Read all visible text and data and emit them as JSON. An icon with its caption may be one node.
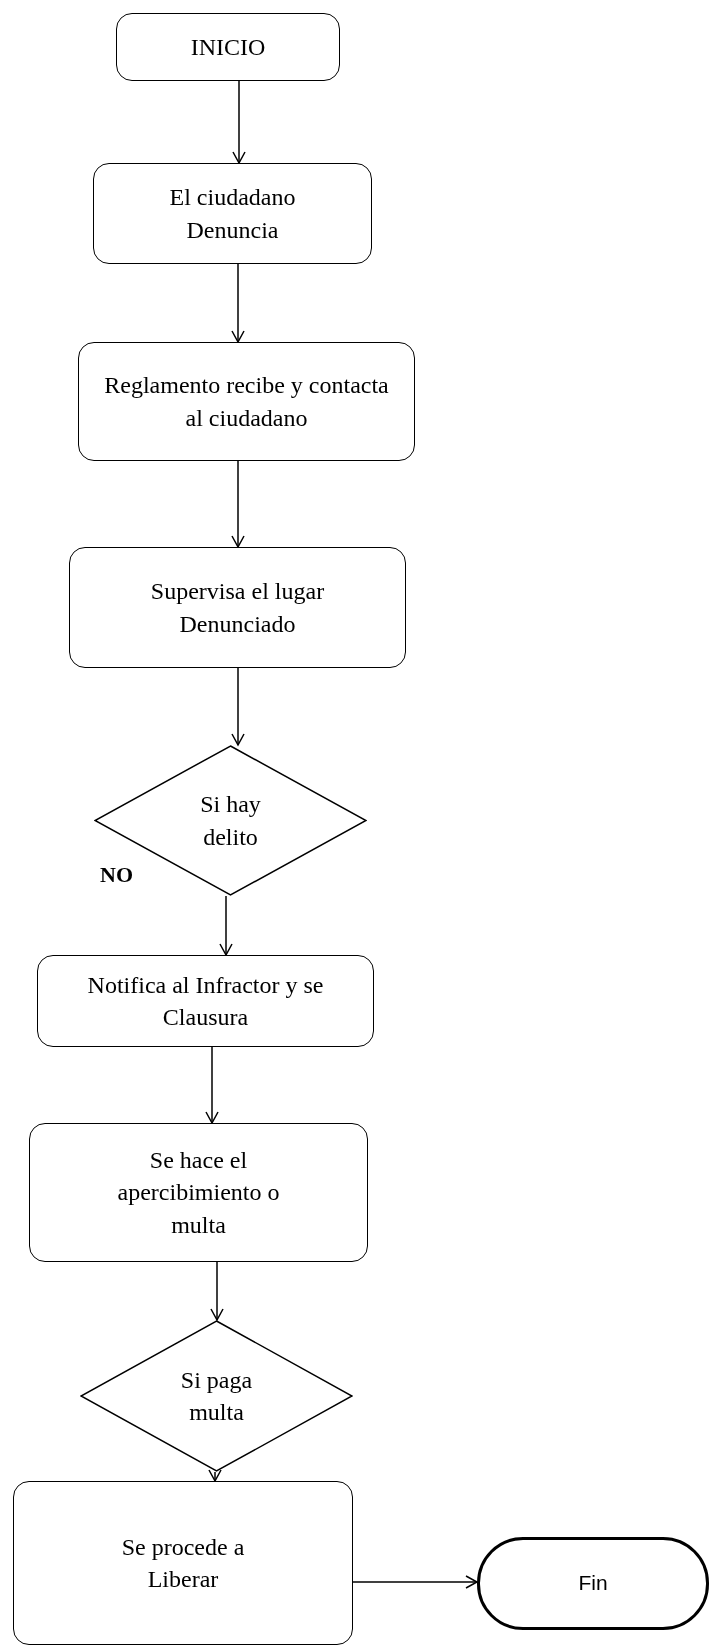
{
  "diagram": {
    "nodes": [
      {
        "text": [
          "INICIO"
        ]
      },
      {
        "text": [
          "El ciudadano Denuncia"
        ]
      },
      {
        "text": [
          "Reglamento recibe y contacta al ciudadano"
        ]
      },
      {
        "text": [
          "Supervisa el lugar Denunciado"
        ]
      },
      {
        "text": [
          "Si hay delito"
        ]
      },
      {
        "text": [
          "Notifica al Infractor y se Clausura"
        ]
      },
      {
        "text": [
          "Se hace el apercibimiento o multa"
        ]
      },
      {
        "text": [
          "Si paga multa"
        ]
      },
      {
        "text": [
          "Se procede a Liberar"
        ]
      },
      {
        "text": [
          "Fin"
        ]
      }
    ],
    "edges": [
      {
        "from": 0,
        "to": 1,
        "arrow": "to"
      },
      {
        "from": 1,
        "to": 2,
        "arrow": "to"
      },
      {
        "from": 2,
        "to": 3,
        "arrow": "to"
      },
      {
        "from": 3,
        "to": 4,
        "arrow": "to"
      },
      {
        "from": 4,
        "to": 5,
        "arrow": "to",
        "label": "NO"
      },
      {
        "from": 5,
        "to": 6,
        "arrow": "to"
      },
      {
        "from": 6,
        "to": 7,
        "arrow": "to"
      },
      {
        "from": 7,
        "to": 8,
        "arrow": "to"
      },
      {
        "from": 8,
        "to": 9,
        "arrow": "to"
      }
    ]
  }
}
